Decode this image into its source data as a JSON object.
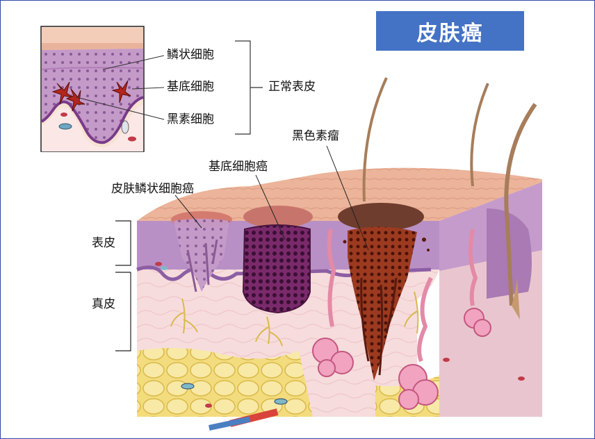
{
  "title": "皮肤癌",
  "inset_labels": {
    "squamous_cells": "鳞状细胞",
    "basal_cells": "基底细胞",
    "melanocytes": "黑素细胞",
    "normal_skin": "正常表皮"
  },
  "cancer_labels": {
    "squamous_cell_carcinoma": "皮肤鳞状细胞癌",
    "basal_cell_carcinoma": "基底细胞癌",
    "melanoma": "黑色素瘤"
  },
  "layer_labels": {
    "epidermis": "表皮",
    "dermis": "真皮"
  }
}
